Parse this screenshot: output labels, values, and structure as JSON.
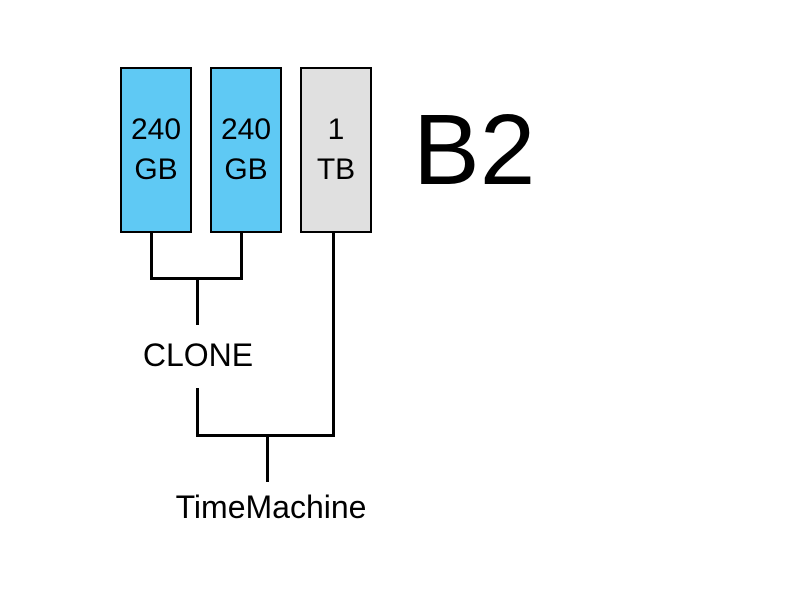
{
  "diagram": {
    "title": "B2",
    "drives": [
      {
        "value": "240",
        "unit": "GB",
        "fill": "#5fc9f4"
      },
      {
        "value": "240",
        "unit": "GB",
        "fill": "#5fc9f4"
      },
      {
        "value": "1",
        "unit": "TB",
        "fill": "#e0e0e0"
      }
    ],
    "labels": {
      "clone": "CLONE",
      "time_machine": "TimeMachine"
    },
    "colors": {
      "drive_primary": "#5fc9f4",
      "drive_secondary": "#e0e0e0",
      "connector": "#000000",
      "background": "#ffffff",
      "text": "#000000"
    }
  }
}
